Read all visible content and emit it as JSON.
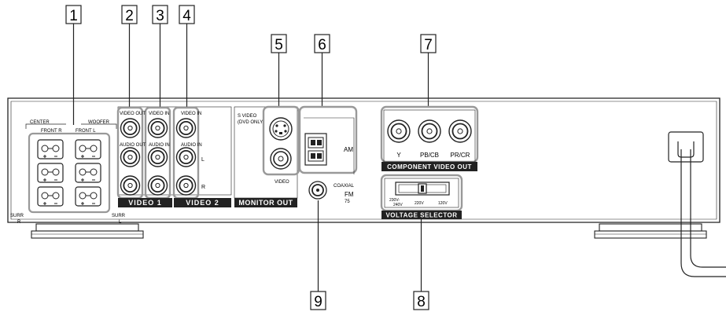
{
  "callouts": [
    "1",
    "2",
    "3",
    "4",
    "5",
    "6",
    "7",
    "8",
    "9"
  ],
  "speakers": {
    "center": "CENTER",
    "woofer": "WOOFER",
    "front_r": "FRONT R",
    "front_l": "FRONT L",
    "surr_r_1": "SURR",
    "surr_r_2": "R",
    "surr_l_1": "SURR",
    "surr_l_2": "L"
  },
  "video_jacks": {
    "video_out": "VIDEO OUT",
    "audio_out": "AUDIO OUT",
    "video_in_1": "VIDEO IN",
    "audio_in_1": "AUDIO IN",
    "video_in_2": "VIDEO IN",
    "audio_in_2": "AUDIO IN",
    "l_label": "L",
    "r_label": "R",
    "video1_banner": "VIDEO 1",
    "video2_banner": "VIDEO 2"
  },
  "monitor_out": {
    "s_video_1": "S VIDEO",
    "s_video_2": "(DVD ONLY)",
    "video": "VIDEO",
    "banner": "MONITOR OUT"
  },
  "antenna": {
    "am": "AM",
    "coaxial": "COAXIAL",
    "fm": "FM",
    "ohm": "75"
  },
  "component": {
    "y": "Y",
    "pb": "PB/CB",
    "pr": "PR/CR",
    "banner": "COMPONENT VIDEO OUT"
  },
  "voltage": {
    "v1a": "230V-",
    "v1b": "240V",
    "v2": "220V",
    "v3": "120V",
    "banner": "VOLTAGE SELECTOR"
  }
}
